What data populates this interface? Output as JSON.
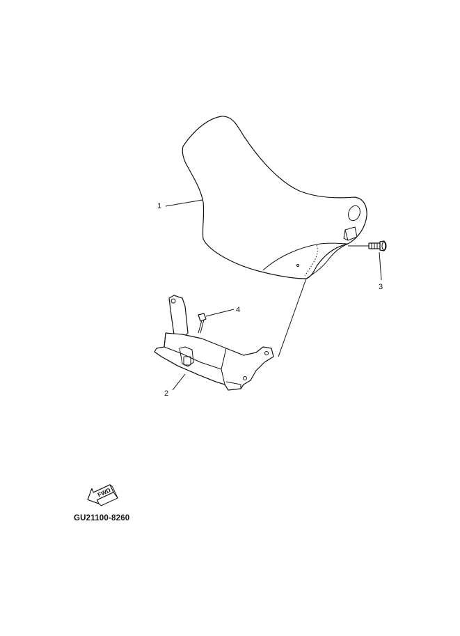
{
  "callouts": [
    {
      "id": "1",
      "label": "1"
    },
    {
      "id": "2",
      "label": "2"
    },
    {
      "id": "3",
      "label": "3"
    },
    {
      "id": "4",
      "label": "4"
    }
  ],
  "direction_arrow": {
    "label": "FWD"
  },
  "diagram_code": "GU21100-8260"
}
